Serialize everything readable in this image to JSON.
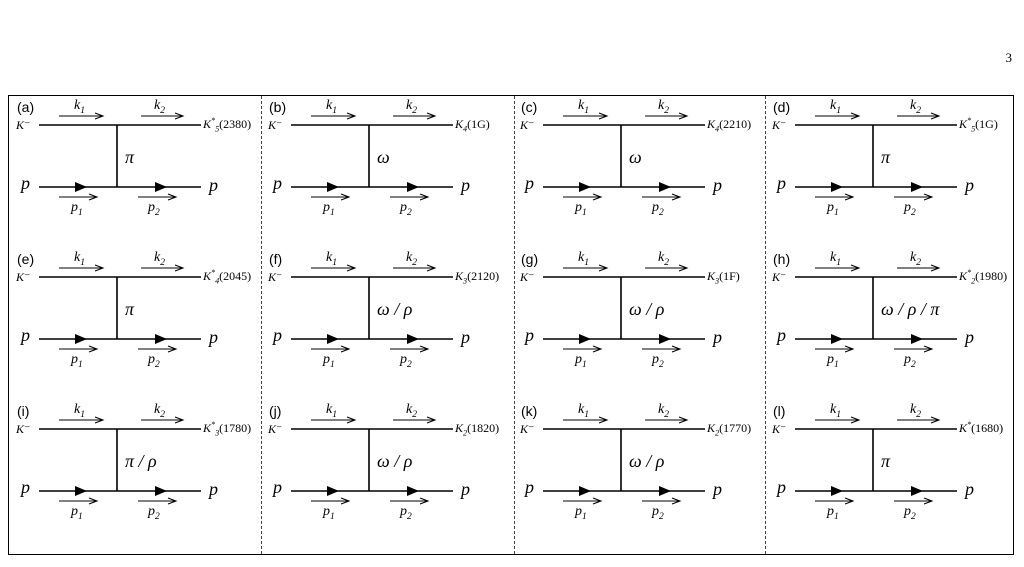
{
  "page_number": "3",
  "colors": {
    "lines": "#000000",
    "divider": "#444444"
  },
  "labels": {
    "incoming_meson": "K⁻",
    "proton": "p",
    "k_sym": "k",
    "k1_sub": "1",
    "k2_sub": "2",
    "p_sym": "p",
    "p1_sub": "1",
    "p2_sub": "2"
  },
  "panels": [
    {
      "label": "(a)",
      "exchange": "π",
      "final_sym": "K",
      "final_sup": "*",
      "final_sub": "5",
      "final_mass": "(2380)"
    },
    {
      "label": "(b)",
      "exchange": "ω",
      "final_sym": "K",
      "final_sup": "",
      "final_sub": "4",
      "final_mass": "(1G)"
    },
    {
      "label": "(c)",
      "exchange": "ω",
      "final_sym": "K",
      "final_sup": "",
      "final_sub": "4",
      "final_mass": "(2210)"
    },
    {
      "label": "(d)",
      "exchange": "π",
      "final_sym": "K",
      "final_sup": "*",
      "final_sub": "5",
      "final_mass": "(1G)"
    },
    {
      "label": "(e)",
      "exchange": "π",
      "final_sym": "K",
      "final_sup": "*",
      "final_sub": "4",
      "final_mass": "(2045)"
    },
    {
      "label": "(f)",
      "exchange": "ω / ρ",
      "final_sym": "K",
      "final_sup": "",
      "final_sub": "3",
      "final_mass": "(2120)"
    },
    {
      "label": "(g)",
      "exchange": "ω / ρ",
      "final_sym": "K",
      "final_sup": "",
      "final_sub": "3",
      "final_mass": "(1F)"
    },
    {
      "label": "(h)",
      "exchange": "ω / ρ / π",
      "final_sym": "K",
      "final_sup": "*",
      "final_sub": "2",
      "final_mass": "(1980)"
    },
    {
      "label": "(i)",
      "exchange": "π / ρ",
      "final_sym": "K",
      "final_sup": "*",
      "final_sub": "3",
      "final_mass": "(1780)"
    },
    {
      "label": "(j)",
      "exchange": "ω / ρ",
      "final_sym": "K",
      "final_sup": "",
      "final_sub": "2",
      "final_mass": "(1820)"
    },
    {
      "label": "(k)",
      "exchange": "ω / ρ",
      "final_sym": "K",
      "final_sup": "",
      "final_sub": "2",
      "final_mass": "(1770)"
    },
    {
      "label": "(l)",
      "exchange": "π",
      "final_sym": "K",
      "final_sup": "*",
      "final_sub": "",
      "final_mass": "(1680)"
    }
  ]
}
